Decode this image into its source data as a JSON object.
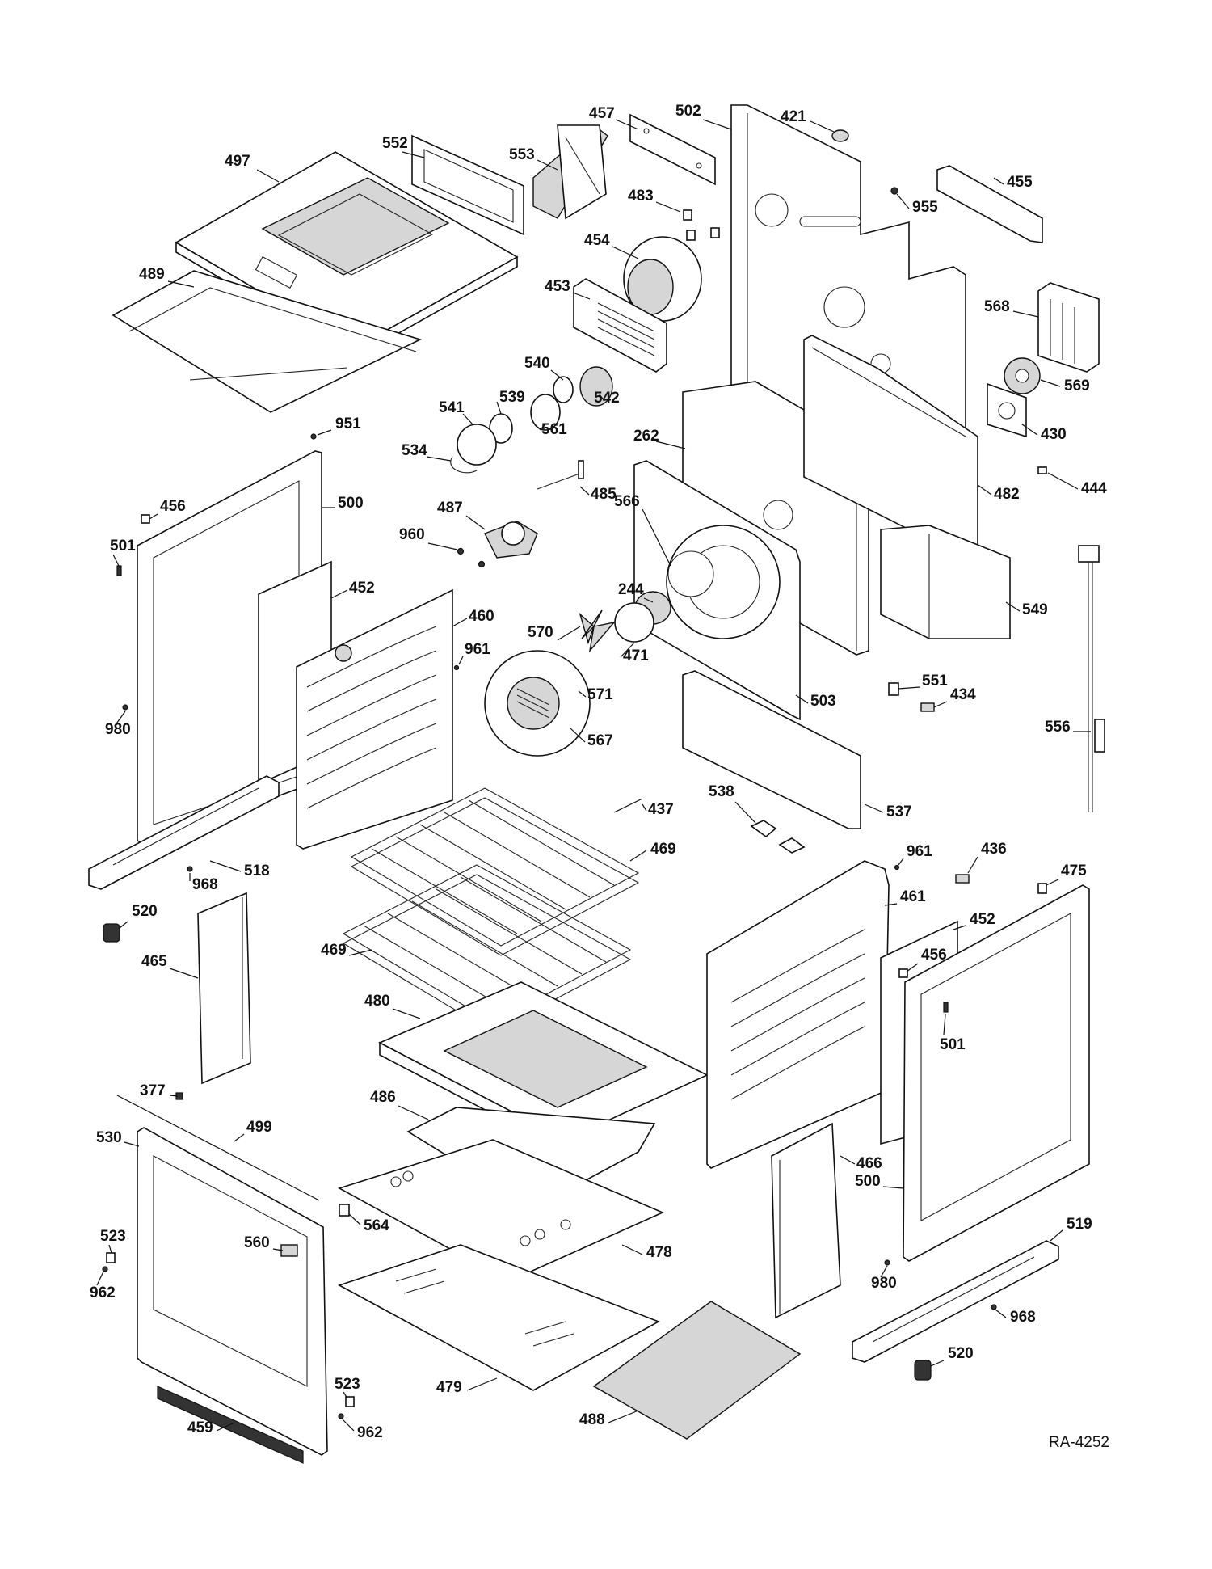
{
  "callouts": [
    {
      "id": "497"
    },
    {
      "id": "552"
    },
    {
      "id": "553"
    },
    {
      "id": "457"
    },
    {
      "id": "502"
    },
    {
      "id": "421"
    },
    {
      "id": "483"
    },
    {
      "id": "955"
    },
    {
      "id": "455"
    },
    {
      "id": "489"
    },
    {
      "id": "454"
    },
    {
      "id": "453"
    },
    {
      "id": "568"
    },
    {
      "id": "540"
    },
    {
      "id": "539"
    },
    {
      "id": "541"
    },
    {
      "id": "542"
    },
    {
      "id": "569"
    },
    {
      "id": "561"
    },
    {
      "id": "430"
    },
    {
      "id": "951"
    },
    {
      "id": "262"
    },
    {
      "id": "534"
    },
    {
      "id": "485"
    },
    {
      "id": "482"
    },
    {
      "id": "444"
    },
    {
      "id": "456"
    },
    {
      "id": "500"
    },
    {
      "id": "487"
    },
    {
      "id": "566"
    },
    {
      "id": "501"
    },
    {
      "id": "960"
    },
    {
      "id": "452"
    },
    {
      "id": "244"
    },
    {
      "id": "549"
    },
    {
      "id": "460"
    },
    {
      "id": "961"
    },
    {
      "id": "570"
    },
    {
      "id": "471"
    },
    {
      "id": "551"
    },
    {
      "id": "434"
    },
    {
      "id": "571"
    },
    {
      "id": "503"
    },
    {
      "id": "556"
    },
    {
      "id": "980"
    },
    {
      "id": "567"
    },
    {
      "id": "437"
    },
    {
      "id": "538"
    },
    {
      "id": "537"
    },
    {
      "id": "518"
    },
    {
      "id": "469"
    },
    {
      "id": "961b",
      "label": "961"
    },
    {
      "id": "436"
    },
    {
      "id": "475"
    },
    {
      "id": "968"
    },
    {
      "id": "520"
    },
    {
      "id": "461"
    },
    {
      "id": "452b",
      "label": "452"
    },
    {
      "id": "465"
    },
    {
      "id": "469b",
      "label": "469"
    },
    {
      "id": "456b",
      "label": "456"
    },
    {
      "id": "480"
    },
    {
      "id": "501b",
      "label": "501"
    },
    {
      "id": "377"
    },
    {
      "id": "486"
    },
    {
      "id": "530"
    },
    {
      "id": "499"
    },
    {
      "id": "500b",
      "label": "500"
    },
    {
      "id": "564"
    },
    {
      "id": "466"
    },
    {
      "id": "519"
    },
    {
      "id": "523"
    },
    {
      "id": "560"
    },
    {
      "id": "478"
    },
    {
      "id": "980b",
      "label": "980"
    },
    {
      "id": "962"
    },
    {
      "id": "968b",
      "label": "968"
    },
    {
      "id": "520b",
      "label": "520"
    },
    {
      "id": "523b",
      "label": "523"
    },
    {
      "id": "479"
    },
    {
      "id": "488"
    },
    {
      "id": "459"
    },
    {
      "id": "962b",
      "label": "962"
    }
  ],
  "drawing_number": "RA-4252"
}
